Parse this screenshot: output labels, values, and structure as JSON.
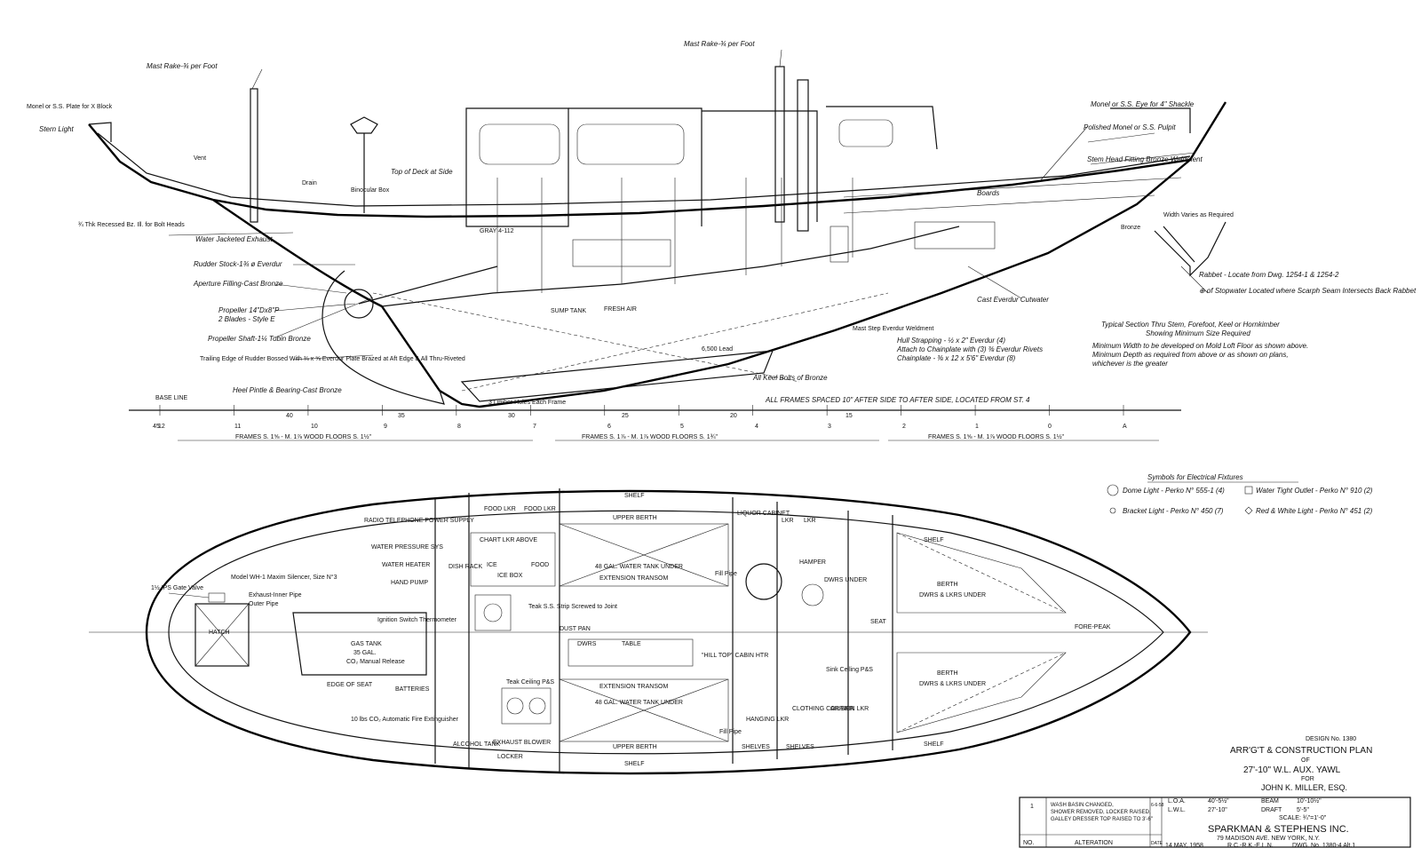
{
  "profile_notes": {
    "mast_rake_aft": "Mast Rake-¾ per Foot",
    "mast_rake_main": "Mast Rake-¾ per Foot",
    "monel_plate": "Monel or S.S. Plate for X Block",
    "stern_light": "Stern Light",
    "vent": "Vent",
    "top_of_deck": "Top of Deck at Side",
    "binocular_box": "Binocular Box",
    "drain": "Drain",
    "recessed_bolt": "¾ Thk Recessed Bz. Ill. for Bolt Heads",
    "water_jacketed_exhaust": "Water Jacketed Exhaust",
    "rudder_stock": "Rudder Stock-1¾ ø Everdur",
    "aperture_fitting": "Aperture Filling-Cast Bronze",
    "propeller": "Propeller 14\"Dx8\"P",
    "propeller_blades": "2 Blades - Style E",
    "propeller_shaft": "Propeller Shaft-1¼ Tobin Bronze",
    "trailing_edge": "Trailing Edge of Rudder Bossed With ⅜ x ⅝ Everdur Plate Brazed at Aft Edge & All Thru-Riveted",
    "heel_pintle": "Heel Pintle & Bearing-Cast Bronze",
    "limber_holes": "3 Limber Holes Each Frame",
    "monel_eye": "Monel or S.S. Eye for 4\" Shackle",
    "polished_pulpit": "Polished Monel or S.S. Pulpit",
    "stem_head": "Stem Head Fitting Bronze Weldment",
    "bronze_strap": "Bronze",
    "boards": "Boards",
    "cast_cutwater": "Cast Everdur Cutwater",
    "mast_step": "Mast Step Everdur Weldment",
    "hull_strapping_1": "Hull Strapping - ½ x 2\" Everdur (4)",
    "hull_strapping_2": "Attach to Chainplate with (3) ⅜ Everdur Rivets",
    "hull_strapping_3": "Chainplate - ⅜ x 12 x 5'6\" Everdur (8)",
    "keel_bolts": "All Keel Bolts of Bronze",
    "frames_spacing": "ALL FRAMES SPACED 10\" AFTER SIDE TO AFTER SIDE, LOCATED FROM ST. 4",
    "base_line": "BASE LINE",
    "sump_tank": "SUMP TANK",
    "gray": "GRAY 4-112",
    "fresh_air": "FRESH AIR",
    "lead_keel": "6,500 Lead",
    "section_width": "Width Varies as Required",
    "section_rabbet": "Rabbet - Locate from Dwg. 1254-1 & 1254-2",
    "section_stopwater": "⊕ of Stopwater Located where Scarph Seam Intersects Back Rabbet",
    "section_title_1": "Typical Section Thru Stem, Forefoot, Keel or Hornkimber",
    "section_title_2": "Showing Minimum Size Required",
    "section_note_1": "Minimum Width to be developed on Mold Loft Floor as shown above.",
    "section_note_2": "Minimum Depth as required from above or as shown on plans,",
    "section_note_3": "whichever is the greater"
  },
  "stations_top": [
    "45",
    "40",
    "35",
    "30",
    "25",
    "20",
    "15"
  ],
  "stations_bottom": [
    "12",
    "11",
    "10",
    "9",
    "8",
    "7",
    "6",
    "5",
    "4",
    "3",
    "2",
    "1",
    "0",
    "A"
  ],
  "frames": {
    "aft": "FRAMES S. 1⅝ - M. 1⅞     WOOD FLOORS S. 1½\"",
    "mid": "FRAMES S. 1⅞ - M. 1⅞     WOOD FLOORS S. 1¾\"",
    "fwd": "FRAMES S. 1⅝ - M. 1⅞     WOOD FLOORS S. 1½\""
  },
  "plan_labels": {
    "shelf": "SHELF",
    "food_lkr": "FOOD LKR",
    "upper_berth": "UPPER BERTH",
    "water_tank": "48 GAL. WATER TANK UNDER",
    "extension_transom": "EXTENSION TRANSOM",
    "liquor_cabinet": "LIQUOR CABINET",
    "lkr": "LKR",
    "hamper": "HAMPER",
    "dwrs_under": "DWRS UNDER",
    "berth": "BERTH",
    "dwrs_lkrs_under": "DWRS & LKRS UNDER",
    "fore_peak": "FORE-PEAK",
    "radio": "RADIO TELEPHONE POWER SUPPLY",
    "water_pressure": "WATER PRESSURE SYS",
    "water_heater": "WATER HEATER",
    "hand_pump": "HAND PUMP",
    "chart_lkr": "CHART LKR ABOVE",
    "ice": "ICE",
    "ice_box": "ICE BOX",
    "food": "FOOD",
    "dish_rack": "DISH RACK",
    "gas_valve": "1½ IPS Gate Valve",
    "model": "Model WH-1 Maxim Silencer, Size N°3",
    "exhaust_inner": "Exhaust-Inner Pipe",
    "exhaust_outer": "Outer Pipe",
    "ignitor": "Ignition Switch Thermometer",
    "hatch": "HATCH",
    "gas_tank": "GAS TANK",
    "gas_tank_gal": "35 GAL.",
    "co2_release": "CO₂ Manual Release",
    "edge_of_seat": "EDGE OF SEAT",
    "batteries": "BATTERIES",
    "co2_fire": "10 lbs CO₂ Automatic Fire Extinguisher",
    "locker": "LOCKER",
    "dwrs": "DWRS",
    "table": "TABLE",
    "exhaust_blower": "EXHAUST BLOWER",
    "alcohol_tank": "ALCOHOL TANK",
    "teak_ceiling": "Teak Ceiling P&S",
    "fill_pipe": "Fill Pipe",
    "wardrobe": "HANGING LKR",
    "clothing_carrier": "CLOTHING CARRIER",
    "oilskin_lkr": "OILSKIN LKR",
    "shelves": "SHELVES",
    "seat": "SEAT",
    "cabin_htr": "\"HILL TOP\" CABIN HTR",
    "dust_pan": "DUST PAN",
    "teak_strip": "Teak S.S. Strip Screwed to Joint",
    "sink_ceiling": "Sink Ceiling P&S"
  },
  "legend": {
    "title": "Symbols for Electrical Fixtures",
    "items": [
      {
        "symbol": "dome-light-icon",
        "text": "Dome Light - Perko N° 555-1 (4)"
      },
      {
        "symbol": "outlet-icon",
        "text": "Water Tight Outlet - Perko N° 910   (2)"
      },
      {
        "symbol": "bracket-light-icon",
        "text": "Bracket Light - Perko N° 450    (7)"
      },
      {
        "symbol": "red-white-light-icon",
        "text": "Red & White Light - Perko N° 451   (2)"
      }
    ]
  },
  "title_block": {
    "design_no": "DESIGN No. 1380",
    "title": "ARR'G'T & CONSTRUCTION PLAN",
    "of": "OF",
    "vessel": "27'-10\" W.L. AUX. YAWL",
    "for": "FOR",
    "client": "JOHN K. MILLER, ESQ.",
    "loa_label": "L.O.A.",
    "loa": "40'-5½\"",
    "beam_label": "BEAM",
    "beam": "10'-10½\"",
    "lwl_label": "L.W.L.",
    "lwl": "27'-10\"",
    "draft_label": "DRAFT",
    "draft": "5'-5\"",
    "scale": "SCALE: ¾\"=1'-0\"",
    "firm": "SPARKMAN & STEPHENS INC.",
    "address": "79 MADISON AVE.    NEW YORK, N.Y.",
    "date": "14 MAY, 1958",
    "drawn": "R.C.-R.K.-E.L.N.",
    "dwg_no": "DWG. No. 1380-4 Alt.1"
  },
  "alteration": {
    "number": "1",
    "note_1": "WASH BASIN CHANGED,",
    "note_2": "SHOWER REMOVED, LOCKER RAISED,",
    "note_3": "GALLEY DRESSER TOP RAISED TO 3'-6\"",
    "label": "ALTERATION",
    "date_label": "DATE",
    "date": "6-6-58",
    "no_label": "NO."
  }
}
